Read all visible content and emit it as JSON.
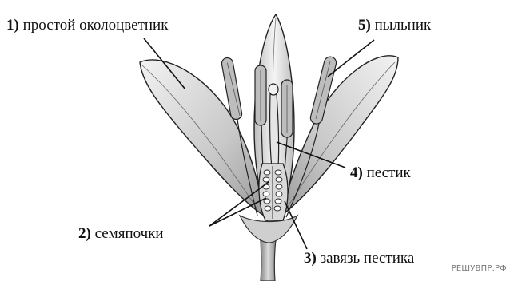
{
  "labels": [
    {
      "number": "1)",
      "text": "простой околоцветник"
    },
    {
      "number": "5)",
      "text": "пыльник"
    },
    {
      "number": "4)",
      "text": "пестик"
    },
    {
      "number": "2)",
      "text": "семяпочки"
    },
    {
      "number": "3)",
      "text": "завязь пестика"
    }
  ],
  "watermark": "РЕШУВПР.РФ",
  "colors": {
    "ink": "#111111",
    "petal_fill": "#dcdcdc",
    "petal_shade": "#bdbdbd"
  }
}
